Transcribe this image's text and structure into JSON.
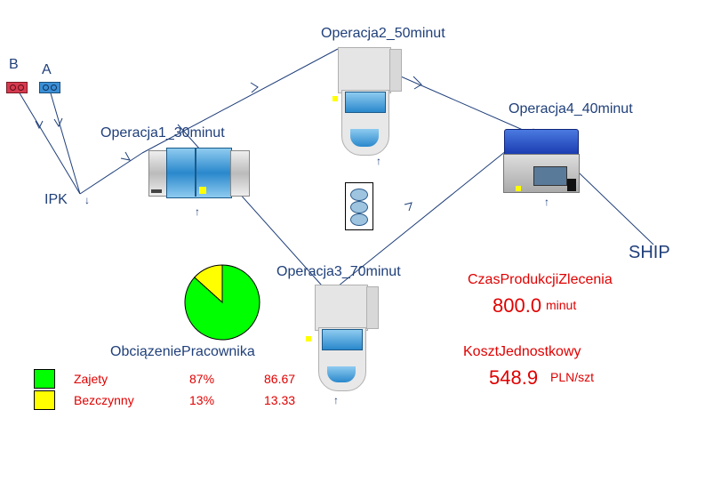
{
  "sources": {
    "b_label": "B",
    "a_label": "A"
  },
  "ipk": {
    "label": "IPK"
  },
  "operations": {
    "op1": {
      "label": "Operacja1_30minut"
    },
    "op2": {
      "label": "Operacja2_50minut"
    },
    "op3": {
      "label": "Operacja3_70minut"
    },
    "op4": {
      "label": "Operacja4_40minut"
    }
  },
  "ship": {
    "label": "SHIP"
  },
  "production_time": {
    "title": "CzasProdukcjiZlecenia",
    "value": "800.0",
    "unit": "minut"
  },
  "unit_cost": {
    "title": "KosztJednostkowy",
    "value": "548.9",
    "unit": "PLN/szt"
  },
  "worker_load": {
    "title": "ObciązeniePracownika",
    "rows": [
      {
        "name": "Zajety",
        "percent": "87%",
        "value": "86.67",
        "color": "#00ff00"
      },
      {
        "name": "Bezczynny",
        "percent": "13%",
        "value": "13.33",
        "color": "#ffff00"
      }
    ]
  },
  "chart_data": {
    "type": "pie",
    "title": "ObciązeniePracownika",
    "categories": [
      "Zajety",
      "Bezczynny"
    ],
    "values": [
      86.67,
      13.33
    ],
    "colors": [
      "#00ff00",
      "#ffff00"
    ]
  },
  "colors": {
    "path": "#1f3f7a",
    "label": "#1f3f7a",
    "stat": "#e00000"
  }
}
